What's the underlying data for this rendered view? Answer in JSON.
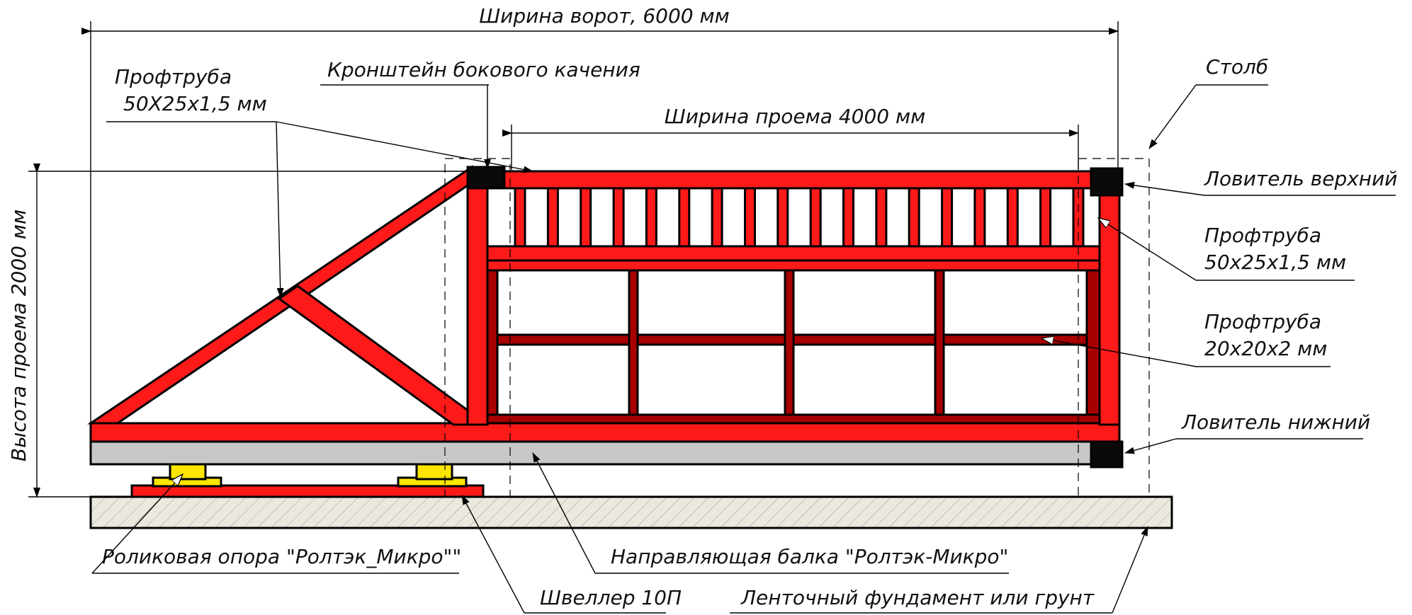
{
  "labels": {
    "gate_width": "Ширина ворот, 6000 мм",
    "pipe_50x25_left_line1": "Профтруба",
    "pipe_50x25_left_line2": "50Х25х1,5 мм",
    "bracket": "Кронштейн бокового качения",
    "opening_width": "Ширина проема 4000 мм",
    "post": "Столб",
    "top_catcher": "Ловитель верхний",
    "pipe_50x25_right_line1": "Профтруба",
    "pipe_50x25_right_line2": "50х25х1,5 мм",
    "pipe_20x20_line1": "Профтруба",
    "pipe_20x20_line2": "20х20х2 мм",
    "bottom_catcher": "Ловитель нижний",
    "opening_height": "Высота проема 2000 мм",
    "roller_support": "Роликовая опора \"Ролтэк_Микро\"\"",
    "guide_beam": "Направляющая балка \"Ролтэк-Микро\"",
    "channel": "Швеллер 10П",
    "foundation": "Ленточный фундамент или грунт"
  },
  "colors": {
    "frame_red": "#ff1a1a",
    "inner_dark_red": "#a80000",
    "beam_gray": "#c8c8c8",
    "roller_yellow": "#ffe600",
    "catcher_black": "#0a0a0a",
    "ground_hatch": "#e9e6dc"
  }
}
